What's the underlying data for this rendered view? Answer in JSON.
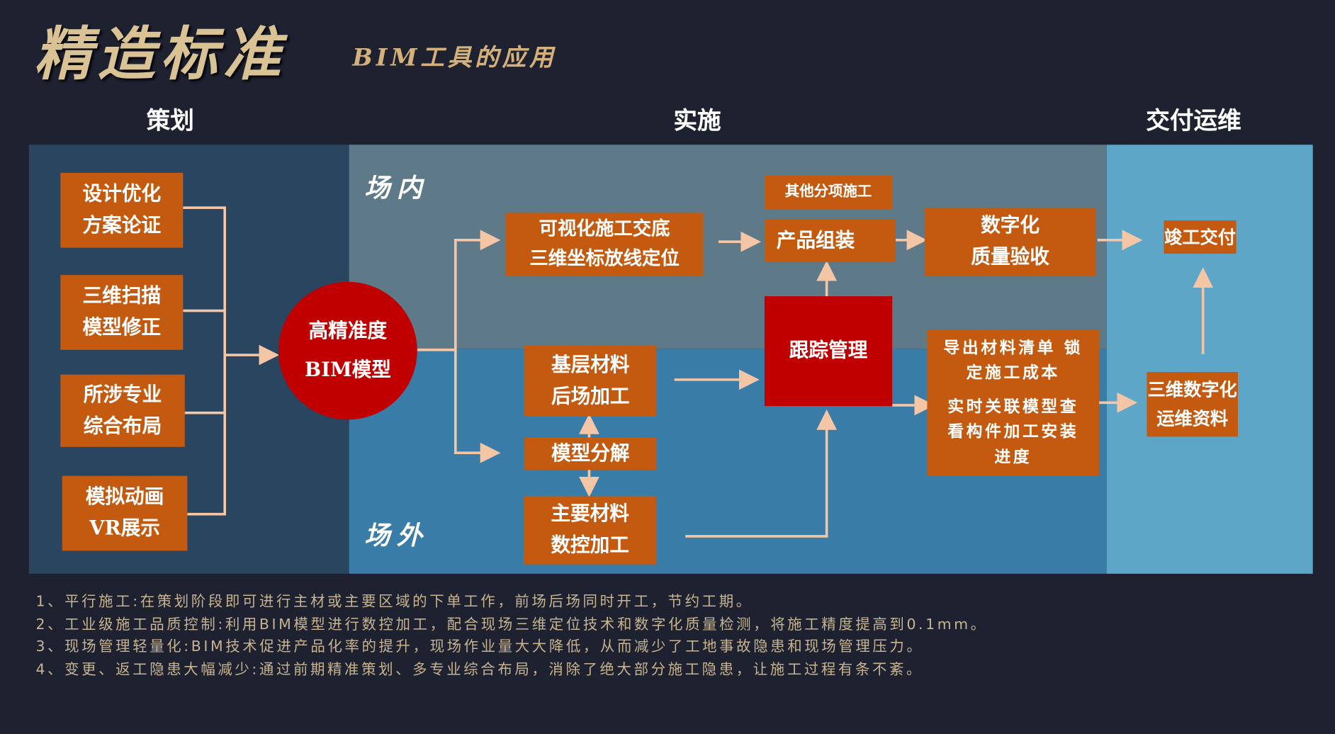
{
  "header": {
    "title": "精造标准",
    "subtitle": "BIM工具的应用"
  },
  "phases": [
    "策划",
    "实施",
    "交付运维"
  ],
  "zones": {
    "inside": "场内",
    "outside": "场外"
  },
  "planning": [
    [
      "设计优化",
      "方案论证"
    ],
    [
      "三维扫描",
      "模型修正"
    ],
    [
      "所涉专业",
      "综合布局"
    ],
    [
      "模拟动画",
      "VR展示"
    ]
  ],
  "center": [
    "高精准度",
    "BIM模型"
  ],
  "implementation": {
    "visual": [
      "可视化施工交底",
      "三维坐标放线定位"
    ],
    "other": "其他分项施工",
    "assembly": "产品组装",
    "quality": [
      "数字化",
      "质量验收"
    ],
    "tracking": "跟踪管理",
    "base": [
      "基层材料",
      "后场加工"
    ],
    "decompose": "模型分解",
    "main": [
      "主要材料",
      "数控加工"
    ],
    "export": [
      "导出材料清单  锁",
      "定施工成本"
    ],
    "realtime": [
      "实时关联模型查",
      "看构件加工安装",
      "进度"
    ]
  },
  "delivery": {
    "handover": "竣工交付",
    "digital": [
      "三维数字化",
      "运维资料"
    ]
  },
  "notes": [
    "1、平行施工:在策划阶段即可进行主材或主要区域的下单工作，前场后场同时开工，节约工期。",
    "2、工业级施工品质控制:利用BIM模型进行数控加工，配合现场三维定位技术和数字化质量检测，将施工精度提高到0.1mm。",
    "3、现场管理轻量化:BIM技术促进产品化率的提升，现场作业量大大降低，从而减少了工地事故隐患和现场管理压力。",
    "4、变更、返工隐患大幅减少:通过前期精准策划、多专业综合布局，消除了绝大部分施工隐患，让施工过程有条不紊。"
  ],
  "colors": {
    "bg": "#1e2130",
    "orange": "#c45a10",
    "red": "#c00000",
    "line": "#f5c6a5"
  }
}
